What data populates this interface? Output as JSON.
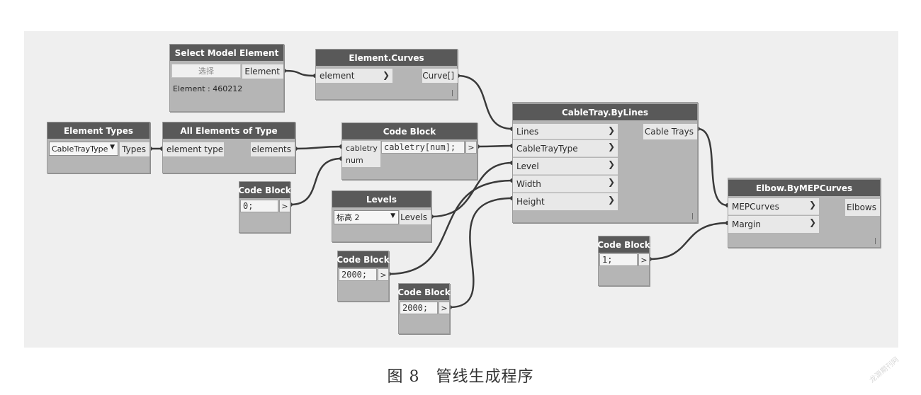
{
  "nodes": {
    "select_model_element": {
      "title": "Select Model Element",
      "button": "选择",
      "output": "Element",
      "info": "Element : 460212"
    },
    "element_curves": {
      "title": "Element.Curves",
      "input": "element",
      "output": "Curve[]"
    },
    "element_types": {
      "title": "Element Types",
      "dropdown": "CableTrayType",
      "output": "Types"
    },
    "all_elements_of_type": {
      "title": "All Elements of Type",
      "input": "element type",
      "output": "elements"
    },
    "code_block_main": {
      "title": "Code Block",
      "input_1": "cabletry",
      "input_2": "num",
      "code": "cabletry[num];",
      "output": ">"
    },
    "code_block_zero": {
      "title": "Code Block",
      "code": "0;",
      "output": ">"
    },
    "levels": {
      "title": "Levels",
      "dropdown": "标高 2",
      "output": "Levels"
    },
    "code_block_2000a": {
      "title": "Code Block",
      "code": "2000;",
      "output": ">"
    },
    "code_block_2000b": {
      "title": "Code Block",
      "code": "2000;",
      "output": ">"
    },
    "cabletray_bylines": {
      "title": "CableTray.ByLines",
      "inputs": [
        "Lines",
        "CableTrayType",
        "Level",
        "Width",
        "Height"
      ],
      "output": "Cable Trays"
    },
    "code_block_one": {
      "title": "Code Block",
      "code": "1;",
      "output": ">"
    },
    "elbow_bymepcurves": {
      "title": "Elbow.ByMEPCurves",
      "inputs": [
        "MEPCurves",
        "Margin"
      ],
      "output": "Elbows"
    }
  },
  "caption": "图 8　管线生成程序",
  "watermark": "龙源期刊网",
  "colors": {
    "canvas": "#efefef",
    "node_body": "#b5b5b5",
    "node_header": "#595959",
    "port": "#e8e8e8",
    "wire": "#3a3a3a"
  }
}
